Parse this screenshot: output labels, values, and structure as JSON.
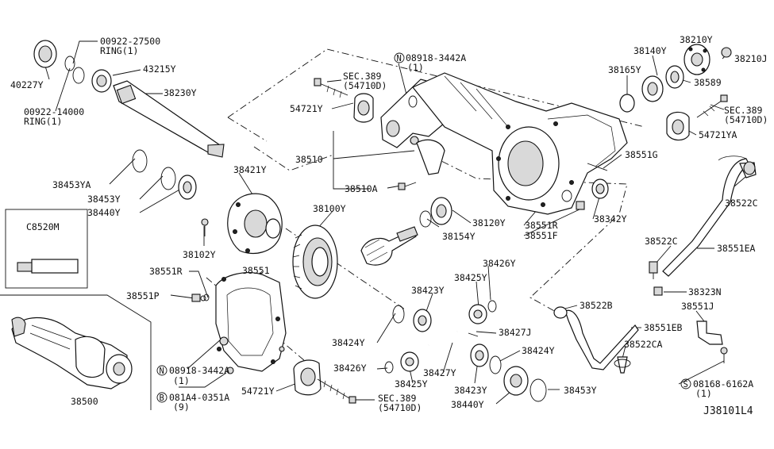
{
  "diagram_id": "J38101L4",
  "inset_label": "C8520M",
  "labels": {
    "p40227Y": "40227Y",
    "p00922_27500": "00922-27500",
    "ring1a": "RING(1)",
    "p00922_14000": "00922-14000",
    "ring1b": "RING(1)",
    "p43215Y": "43215Y",
    "p38230Y": "38230Y",
    "p38453YA": "38453YA",
    "p38453Y_l": "38453Y",
    "p38440Y_l": "38440Y",
    "p38421Y": "38421Y",
    "p38102Y": "38102Y",
    "p38551R_l": "38551R",
    "p38551P": "38551P",
    "p38551": "38551",
    "n08918_l": "08918-3442A",
    "n08918_l_q": "(1)",
    "b081A4": "081A4-0351A",
    "b081A4_q": "(9)",
    "p38500": "38500",
    "p54721Y_b": "54721Y",
    "sec389_b": "SEC.389",
    "sec389_b2": "(54710D)",
    "n08918_t": "08918-3442A",
    "n08918_t_q": "(1)",
    "sec389_t": "SEC.389",
    "sec389_t2": "(54710D)",
    "p54721Y_t": "54721Y",
    "p38510": "38510",
    "p38510A": "38510A",
    "p38100Y": "38100Y",
    "p38120Y": "38120Y",
    "p38154Y": "38154Y",
    "p38551R_r": "38551R",
    "p38551F": "38551F",
    "p38342Y": "38342Y",
    "p38551G": "38551G",
    "p38165Y": "38165Y",
    "p38140Y": "38140Y",
    "p38210Y": "38210Y",
    "p38210J": "38210J",
    "p38589": "38589",
    "sec389_r": "SEC.389",
    "sec389_r2": "(54710D)",
    "p54721YA": "54721YA",
    "p38522C_r": "38522C",
    "p38522C_m": "38522C",
    "p38551EA": "38551EA",
    "p38323N": "38323N",
    "p38551J": "38551J",
    "p38522B": "38522B",
    "p38551EB": "38551EB",
    "p38522CA": "38522CA",
    "s08168": "08168-6162A",
    "s08168_q": "(1)",
    "p38426Y_t": "38426Y",
    "p38425Y_t": "38425Y",
    "p38423Y_t": "38423Y",
    "p38427J": "38427J",
    "p38424Y_r": "38424Y",
    "p38424Y_l": "38424Y",
    "p38426Y_b": "38426Y",
    "p38425Y_b": "38425Y",
    "p38427Y": "38427Y",
    "p38423Y_b": "38423Y",
    "p38440Y_b": "38440Y",
    "p38453Y_b": "38453Y"
  },
  "markers": {
    "N": "N",
    "B": "B",
    "S": "S"
  }
}
